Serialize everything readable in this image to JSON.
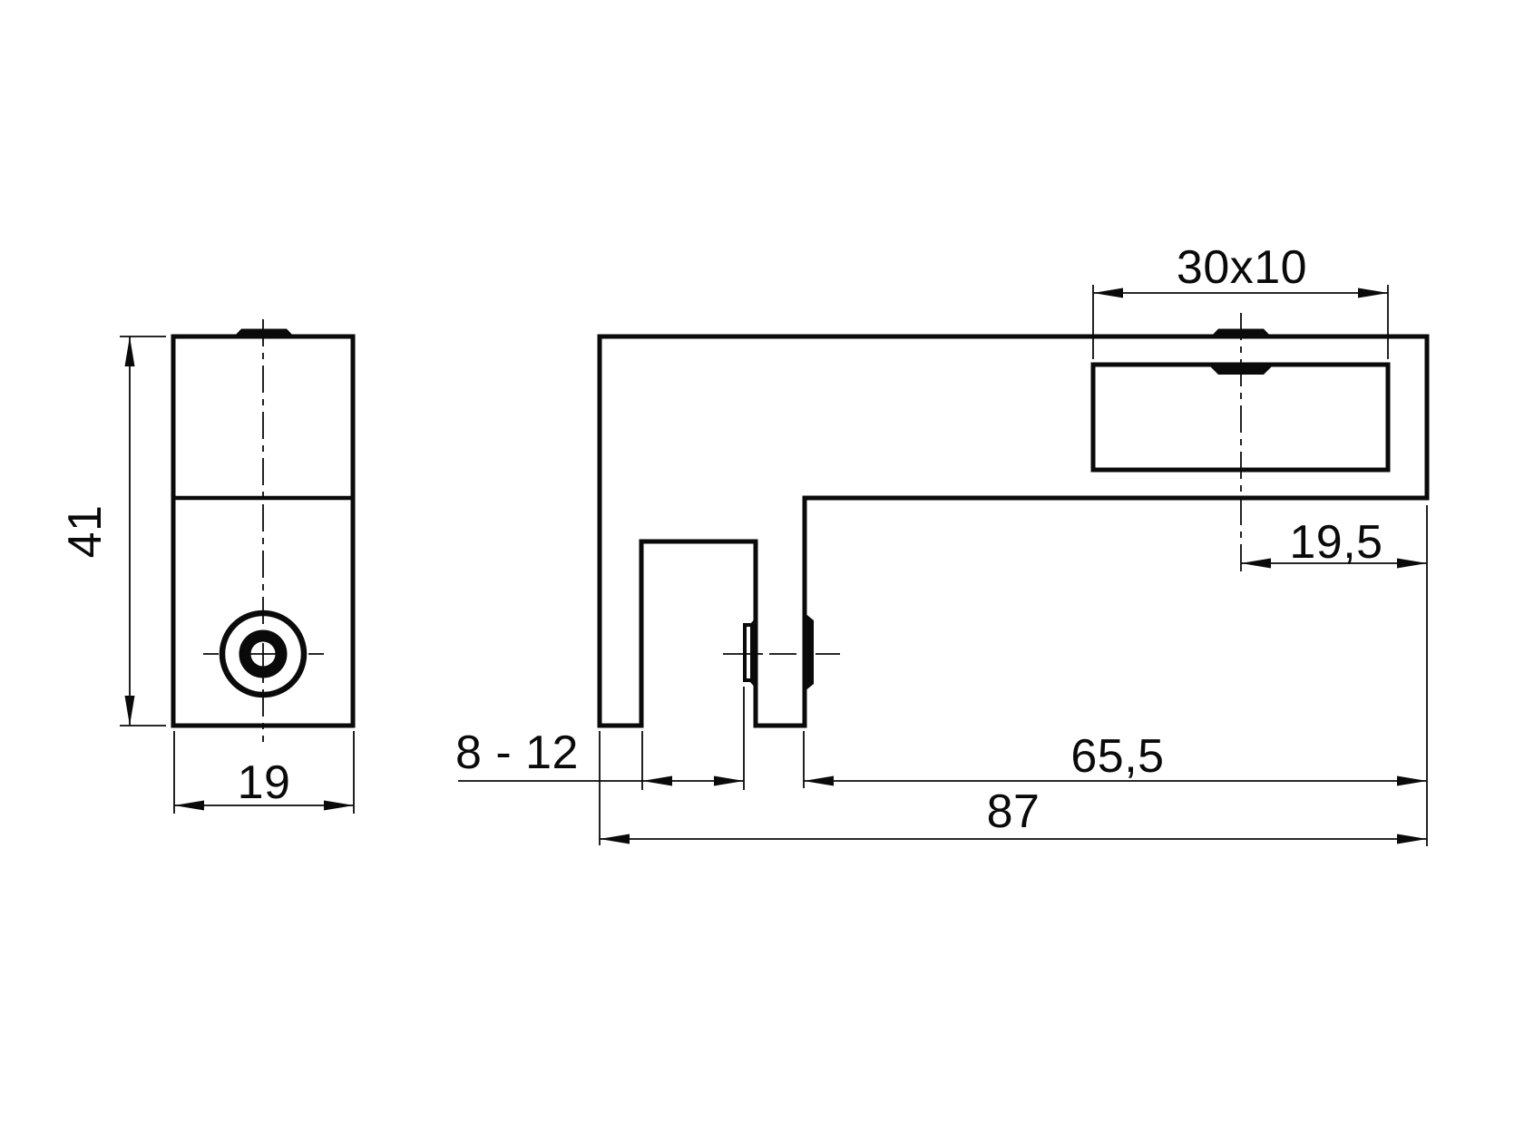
{
  "colors": {
    "ink": "#0a0a0a",
    "background": "#ffffff"
  },
  "front_view": {
    "height": "41",
    "width": "19"
  },
  "side_view": {
    "slot": "30x10",
    "screw_offset": "19,5",
    "glass_thickness": "8 - 12",
    "inner_length": "65,5",
    "overall_length": "87"
  }
}
